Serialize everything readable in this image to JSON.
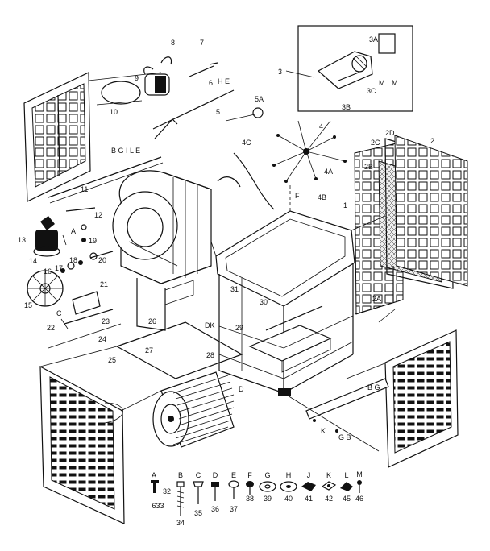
{
  "diagram": {
    "labels": {
      "l1": "1",
      "l2": "2",
      "l2a": "2A",
      "l2b": "2B",
      "l2c": "2C",
      "l2d": "2D",
      "l3": "3",
      "l3a": "3A",
      "l3b": "3B",
      "l3c": "3C",
      "l4": "4",
      "l4a": "4A",
      "l4b": "4B",
      "l4c": "4C",
      "l5": "5",
      "l5a": "5A",
      "l6": "6",
      "l7": "7",
      "l8": "8",
      "l9": "9",
      "l10": "10",
      "l11": "11",
      "l12": "12",
      "l13": "13",
      "l14": "14",
      "l15": "15",
      "l16": "16",
      "l17": "17",
      "l18": "18",
      "l19": "19",
      "l20": "20",
      "l21": "21",
      "l22": "22",
      "l23": "23",
      "l24": "24",
      "l25": "25",
      "l26": "26",
      "l27": "27",
      "l28": "28",
      "l29": "29",
      "l30": "30",
      "l31": "31",
      "lM1": "M",
      "lM2": "M",
      "lDK": "DK",
      "lF": "F",
      "lHE": "H E",
      "lBGIL": "B G I L E",
      "lK": "K",
      "lGB": "G B",
      "lD": "D",
      "lC": "C",
      "lA": "A",
      "lB2": "B G"
    },
    "hardware": [
      {
        "letter": "A",
        "number": "32",
        "extra": "633"
      },
      {
        "letter": "B",
        "number": "34"
      },
      {
        "letter": "C",
        "number": "35"
      },
      {
        "letter": "D",
        "number": "36"
      },
      {
        "letter": "E",
        "number": "37"
      },
      {
        "letter": "F",
        "number": "38"
      },
      {
        "letter": "G",
        "number": "39"
      },
      {
        "letter": "H",
        "number": "40"
      },
      {
        "letter": "J",
        "number": "41"
      },
      {
        "letter": "K",
        "number": "42"
      },
      {
        "letter": "L",
        "number": "45"
      },
      {
        "letter": "M",
        "number": "46"
      }
    ]
  }
}
